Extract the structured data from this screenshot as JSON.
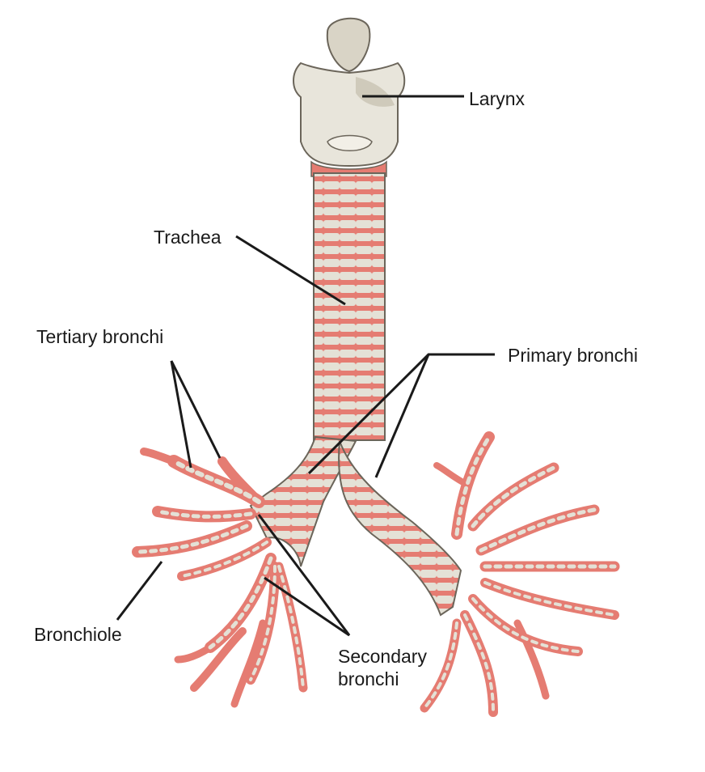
{
  "labels": {
    "larynx": "Larynx",
    "trachea": "Trachea",
    "tertiary_bronchi": "Tertiary bronchi",
    "primary_bronchi": "Primary bronchi",
    "bronchiole": "Bronchiole",
    "secondary_bronchi_line1": "Secondary",
    "secondary_bronchi_line2": "bronchi"
  },
  "colors": {
    "cartilage": "#e4e1d6",
    "cartilage_shade": "#cfcabb",
    "tissue": "#e57c72",
    "tissue_dark": "#c9564d",
    "outline": "#6b655a",
    "leader": "#1a1a1a"
  }
}
